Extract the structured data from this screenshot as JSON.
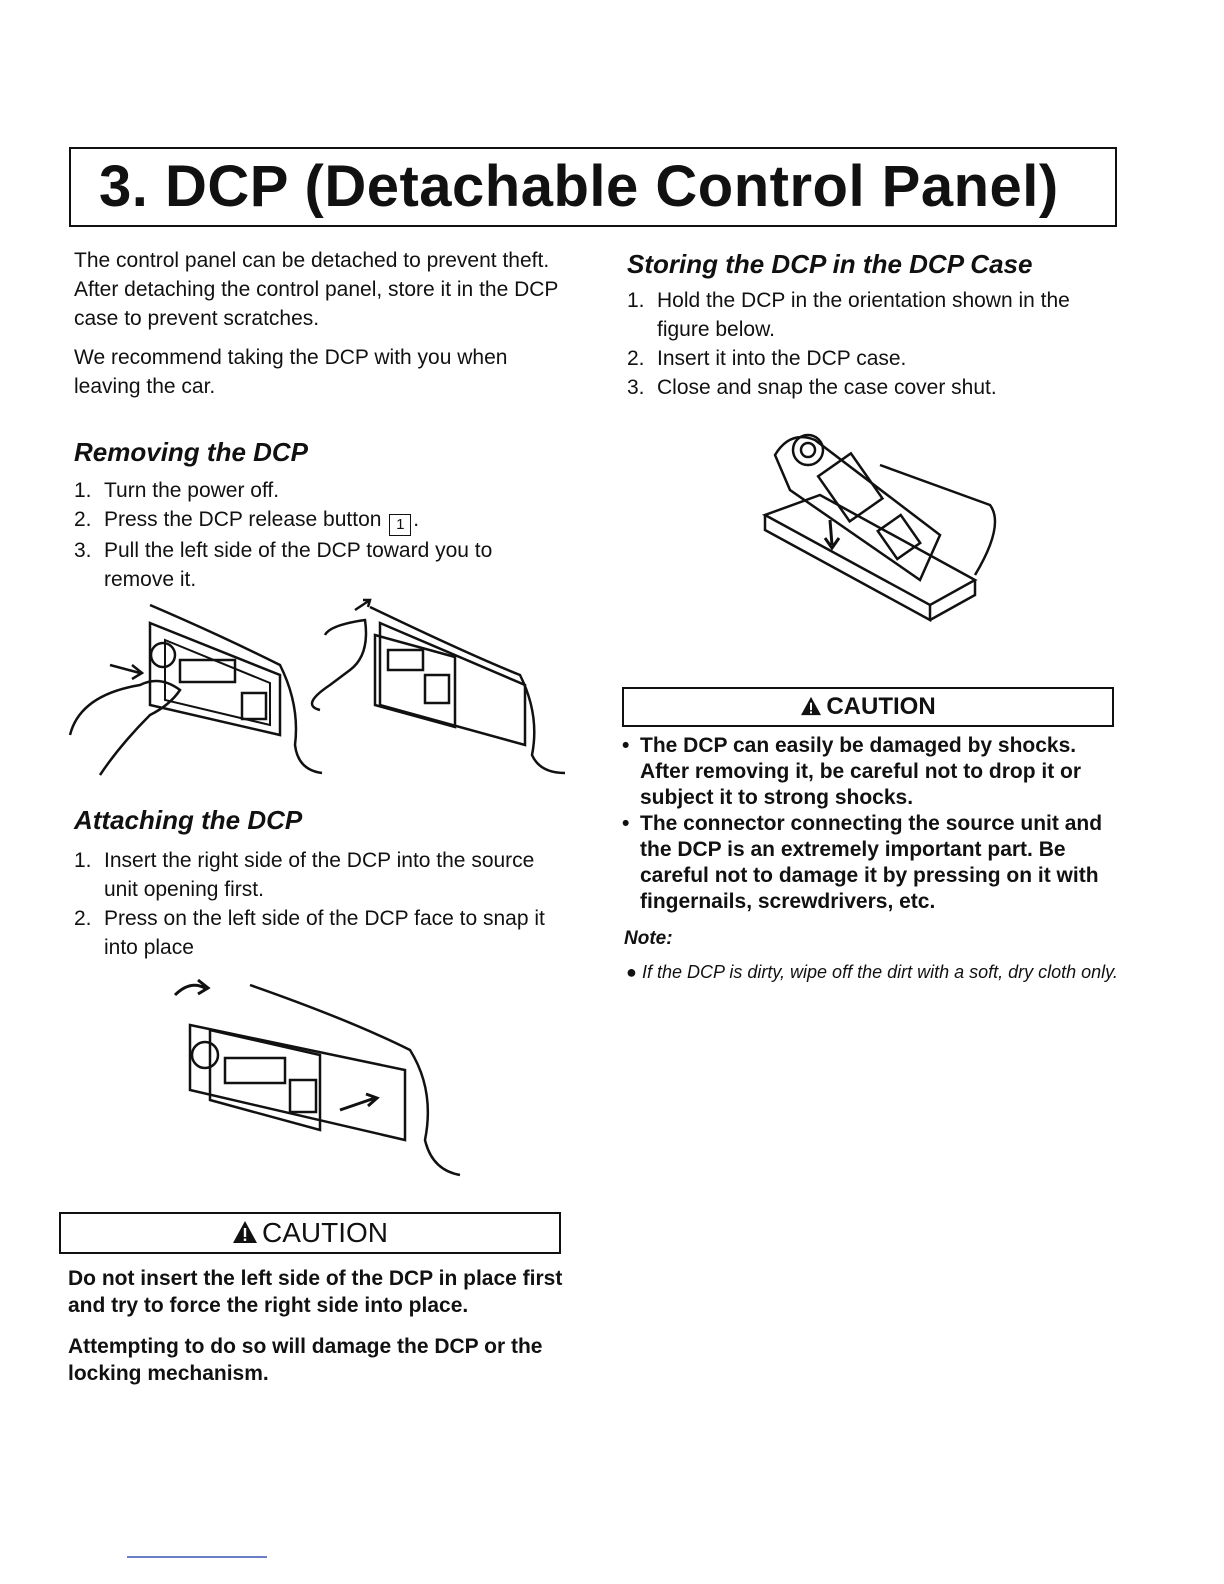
{
  "title": "3. DCP (Detachable Control Panel)",
  "intro": {
    "p1": "The control panel can be detached to prevent theft. After detaching the control panel, store it in the DCP case to prevent scratches.",
    "p2": "We recommend taking the DCP with you when leaving the car."
  },
  "removing": {
    "heading": "Removing the DCP",
    "steps": [
      {
        "num": "1.",
        "text": "Turn the power off."
      },
      {
        "num": "2.",
        "text": "Press the DCP release button",
        "button": "1",
        "after": "."
      },
      {
        "num": "3.",
        "text": "Pull the left side of the DCP toward you to remove it."
      }
    ]
  },
  "attaching": {
    "heading": "Attaching the DCP",
    "steps": [
      {
        "num": "1.",
        "text": "Insert the right side of the DCP into the source unit opening first."
      },
      {
        "num": "2.",
        "text": "Press on the left side of the DCP face to snap it into place"
      }
    ]
  },
  "caution_left": {
    "label": "CAUTION",
    "p1": "Do not insert the left side of the DCP in place first and try to force the right side into place.",
    "p2": "Attempting to do so will damage the DCP or the locking mechanism."
  },
  "storing": {
    "heading": "Storing the DCP in the DCP Case",
    "steps": [
      {
        "num": "1.",
        "text": "Hold the DCP in the orientation shown in the figure below."
      },
      {
        "num": "2.",
        "text": "Insert it into the DCP case."
      },
      {
        "num": "3.",
        "text": "Close and snap the case cover shut."
      }
    ]
  },
  "caution_right": {
    "label": "CAUTION",
    "items": [
      "The DCP can easily be damaged by shocks. After removing it, be careful not to drop it or subject it to strong shocks.",
      "The connector connecting the source unit and the DCP is an extremely important part. Be careful not to damage it by pressing on it with fingernails, screwdrivers, etc."
    ]
  },
  "note": {
    "label": "Note:",
    "items": [
      "If the DCP is dirty, wipe off the dirt with a soft, dry cloth only."
    ]
  },
  "icons": {
    "warning": "warning-triangle-icon",
    "bullet_right": "•",
    "bullet_note": "●"
  }
}
